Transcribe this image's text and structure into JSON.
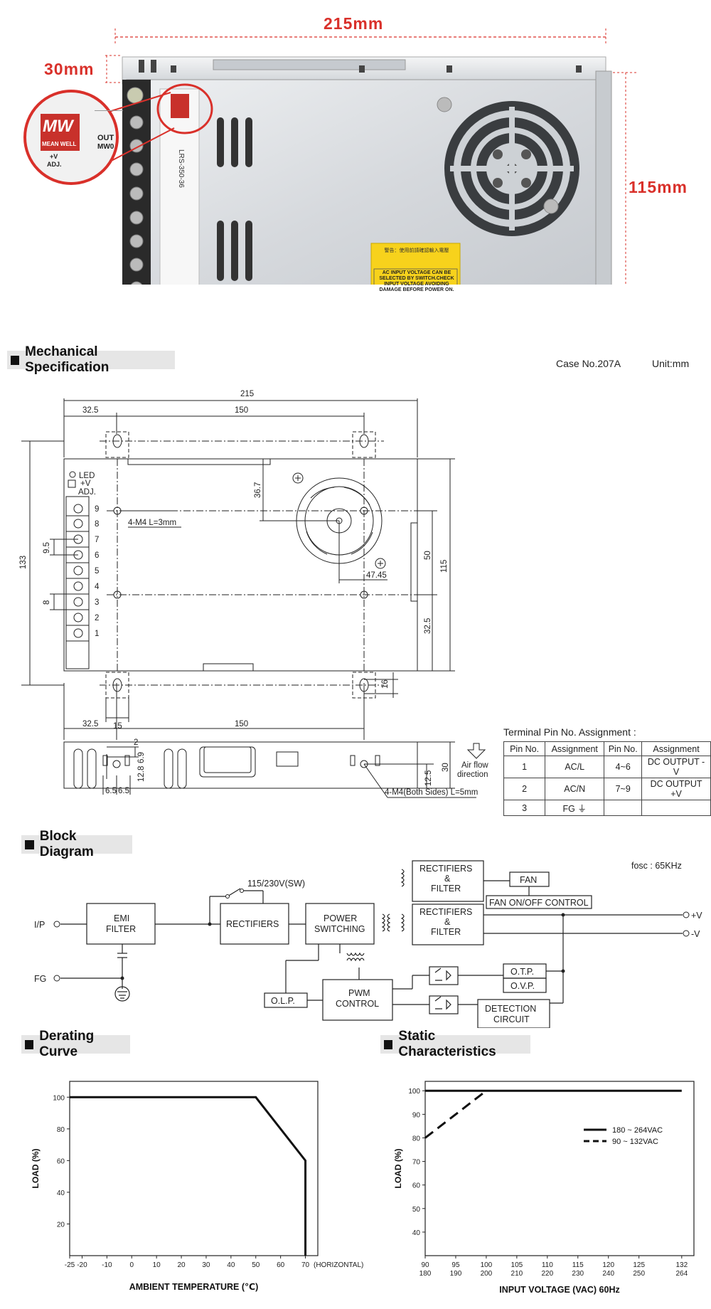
{
  "photo": {
    "dim_width": "215mm",
    "dim_height": "30mm",
    "dim_depth": "115mm",
    "brand_logo": "MW",
    "brand_name": "MEAN WELL",
    "callout_out": "OUT",
    "callout_model": "MW0",
    "callout_adj_v": "+V",
    "callout_adj": "ADJ.",
    "label_model": "LRS-350-36",
    "warning_top": "警告：使用前請確認輸入電壓",
    "warning_text": "AC INPUT VOLTAGE CAN BE SELECTED BY SWITCH.CHECK INPUT VOLTAGE AVOIDING DAMAGE BEFORE POWER ON."
  },
  "mech": {
    "title": "Mechanical Specification",
    "case_no": "Case No.207A",
    "unit": "Unit:mm",
    "dim_215": "215",
    "dim_32_5": "32.5",
    "dim_150": "150",
    "dim_133": "133",
    "dim_115": "115",
    "dim_50": "50",
    "dim_36_7": "36.7",
    "dim_47_45": "47.45",
    "dim_9_5": "9.5",
    "dim_8": "8",
    "dim_15": "15",
    "dim_16": "16",
    "led": "LED",
    "adj_v": "+V",
    "adj": "ADJ.",
    "screw_note": "4-M4 L=3mm",
    "pins": [
      "9",
      "8",
      "7",
      "6",
      "5",
      "4",
      "3",
      "2",
      "1"
    ],
    "side_32_5": "32.5",
    "side_150": "150",
    "side_2": "2",
    "side_6_9": "6.9",
    "side_12_8": "12.8",
    "side_6_5a": "6.5",
    "side_6_5b": "6.5",
    "side_12_5": "12.5",
    "side_30": "30",
    "airflow_1": "Air flow",
    "airflow_2": "direction",
    "side_screw_note": "4-M4(Both Sides) L=5mm"
  },
  "terminal": {
    "title": "Terminal Pin No. Assignment :",
    "headers": [
      "Pin No.",
      "Assignment",
      "Pin No.",
      "Assignment"
    ],
    "rows": [
      [
        "1",
        "AC/L",
        "4~6",
        "DC OUTPUT -V"
      ],
      [
        "2",
        "AC/N",
        "7~9",
        "DC OUTPUT +V"
      ],
      [
        "3",
        "FG ⏚",
        "",
        ""
      ]
    ]
  },
  "block": {
    "title": "Block Diagram",
    "fosc": "fosc : 65KHz",
    "ip": "I/P",
    "fg": "FG",
    "emi_1": "EMI",
    "emi_2": "FILTER",
    "switch": "115/230V(SW)",
    "rectifiers": "RECTIFIERS",
    "power_1": "POWER",
    "power_2": "SWITCHING",
    "rf1_1": "RECTIFIERS",
    "rf1_2": "&",
    "rf1_3": "FILTER",
    "rf2_1": "RECTIFIERS",
    "rf2_2": "&",
    "rf2_3": "FILTER",
    "fan": "FAN",
    "fan_ctrl": "FAN ON/OFF CONTROL",
    "out_pos": "+V",
    "out_neg": "-V",
    "otp": "O.T.P.",
    "ovp": "O.V.P.",
    "olp": "O.L.P.",
    "pwm_1": "PWM",
    "pwm_2": "CONTROL",
    "det_1": "DETECTION",
    "det_2": "CIRCUIT"
  },
  "derating": {
    "title": "Derating Curve",
    "ylabel": "LOAD (%)",
    "xlabel": "AMBIENT TEMPERATURE (℃)",
    "x_note": "(HORIZONTAL)"
  },
  "static": {
    "title": "Static Characteristics",
    "ylabel": "LOAD (%)",
    "xlabel": "INPUT VOLTAGE (VAC) 60Hz",
    "legend_solid": "180 ~ 264VAC",
    "legend_dash": "90 ~ 132VAC",
    "x_ticks_bottom": [
      "180",
      "190",
      "200",
      "210",
      "220",
      "230",
      "240",
      "250",
      "264"
    ]
  },
  "chart_data": [
    {
      "type": "line",
      "title": "Derating Curve",
      "xlabel": "AMBIENT TEMPERATURE (℃)",
      "ylabel": "LOAD (%)",
      "xlim": [
        -25,
        75
      ],
      "ylim": [
        0,
        110
      ],
      "x_ticks": [
        -25,
        -20,
        -10,
        0,
        10,
        20,
        30,
        40,
        50,
        60,
        70
      ],
      "y_ticks": [
        20,
        40,
        60,
        80,
        100
      ],
      "series": [
        {
          "style": "solid",
          "x": [
            -25,
            50,
            70,
            70
          ],
          "y": [
            100,
            100,
            60,
            0
          ]
        }
      ],
      "grid": false
    },
    {
      "type": "line",
      "title": "Static Characteristics",
      "xlabel": "INPUT VOLTAGE (VAC) 60Hz",
      "ylabel": "LOAD (%)",
      "xlim": [
        90,
        134
      ],
      "ylim": [
        30,
        104
      ],
      "x_ticks": [
        90,
        95,
        100,
        105,
        110,
        115,
        120,
        125,
        132
      ],
      "y_ticks": [
        40,
        50,
        60,
        70,
        80,
        90,
        100
      ],
      "series": [
        {
          "name": "180 ~ 264VAC",
          "style": "solid",
          "x": [
            90,
            132
          ],
          "y": [
            100,
            100
          ]
        },
        {
          "name": "90 ~ 132VAC",
          "style": "dashed",
          "x": [
            90,
            100
          ],
          "y": [
            80,
            100
          ]
        }
      ],
      "legend": "right",
      "grid": false
    }
  ]
}
